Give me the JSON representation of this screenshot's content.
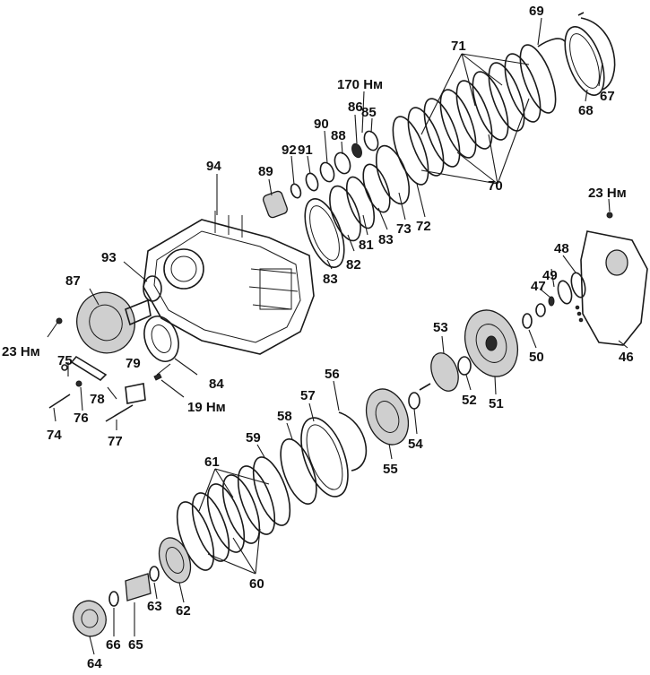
{
  "diagram": {
    "labels": [
      {
        "key": "p69",
        "text": "69"
      },
      {
        "key": "p71",
        "text": "71"
      },
      {
        "key": "t170",
        "text": "170 Нм"
      },
      {
        "key": "p86",
        "text": "86"
      },
      {
        "key": "p85",
        "text": "85"
      },
      {
        "key": "p90",
        "text": "90"
      },
      {
        "key": "p88",
        "text": "88"
      },
      {
        "key": "p92",
        "text": "92"
      },
      {
        "key": "p91",
        "text": "91"
      },
      {
        "key": "p94",
        "text": "94"
      },
      {
        "key": "p89",
        "text": "89"
      },
      {
        "key": "p67",
        "text": "67"
      },
      {
        "key": "p68",
        "text": "68"
      },
      {
        "key": "p70",
        "text": "70"
      },
      {
        "key": "p73",
        "text": "73"
      },
      {
        "key": "p72",
        "text": "72"
      },
      {
        "key": "p83a",
        "text": "83"
      },
      {
        "key": "p81",
        "text": "81"
      },
      {
        "key": "p82",
        "text": "82"
      },
      {
        "key": "p83b",
        "text": "83"
      },
      {
        "key": "t23a",
        "text": "23 Нм"
      },
      {
        "key": "p48",
        "text": "48"
      },
      {
        "key": "p49",
        "text": "49"
      },
      {
        "key": "p47",
        "text": "47"
      },
      {
        "key": "p93",
        "text": "93"
      },
      {
        "key": "p87",
        "text": "87"
      },
      {
        "key": "t23b",
        "text": "23 Нм"
      },
      {
        "key": "p75",
        "text": "75"
      },
      {
        "key": "p79",
        "text": "79"
      },
      {
        "key": "p84",
        "text": "84"
      },
      {
        "key": "p78",
        "text": "78"
      },
      {
        "key": "t19",
        "text": "19 Нм"
      },
      {
        "key": "p76",
        "text": "76"
      },
      {
        "key": "p74",
        "text": "74"
      },
      {
        "key": "p77",
        "text": "77"
      },
      {
        "key": "p53",
        "text": "53"
      },
      {
        "key": "p50",
        "text": "50"
      },
      {
        "key": "p46",
        "text": "46"
      },
      {
        "key": "p52",
        "text": "52"
      },
      {
        "key": "p51",
        "text": "51"
      },
      {
        "key": "p56",
        "text": "56"
      },
      {
        "key": "p57",
        "text": "57"
      },
      {
        "key": "p58",
        "text": "58"
      },
      {
        "key": "p54",
        "text": "54"
      },
      {
        "key": "p59",
        "text": "59"
      },
      {
        "key": "p55",
        "text": "55"
      },
      {
        "key": "p61",
        "text": "61"
      },
      {
        "key": "p60",
        "text": "60"
      },
      {
        "key": "p63",
        "text": "63"
      },
      {
        "key": "p62",
        "text": "62"
      },
      {
        "key": "p66",
        "text": "66"
      },
      {
        "key": "p65",
        "text": "65"
      },
      {
        "key": "p64",
        "text": "64"
      }
    ]
  }
}
